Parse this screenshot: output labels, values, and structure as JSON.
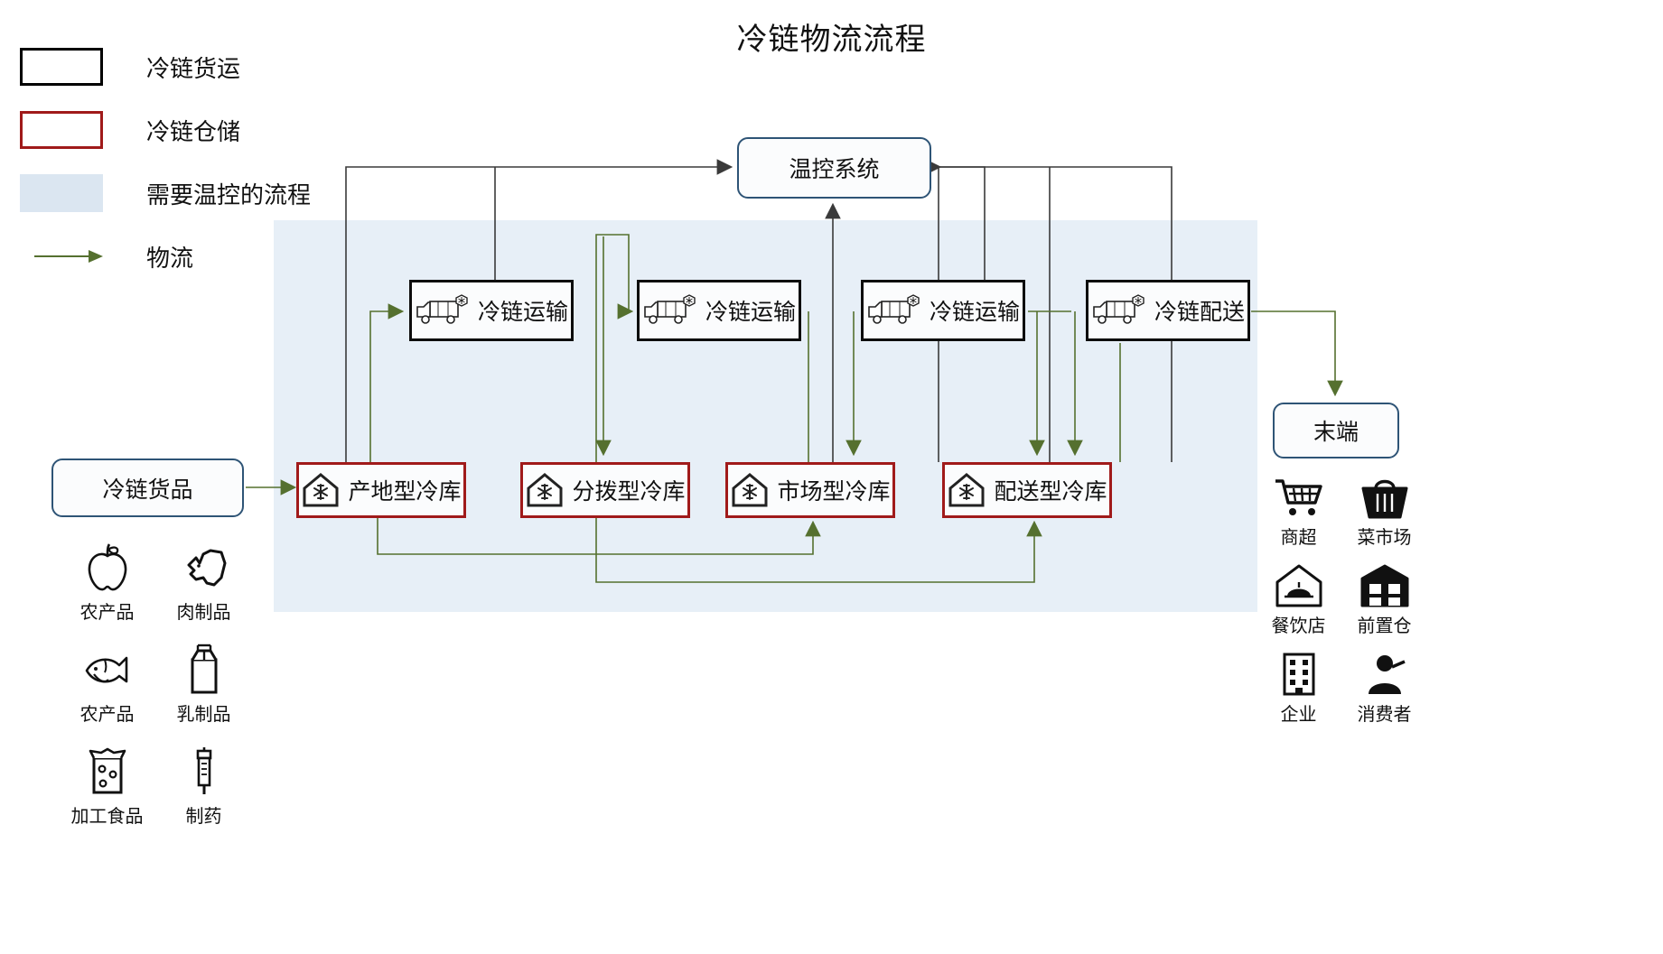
{
  "title": "冷链物流流程",
  "legend": {
    "items": [
      {
        "label": "冷链货运",
        "swatch": "black-rect"
      },
      {
        "label": "冷链仓储",
        "swatch": "red-rect"
      },
      {
        "label": "需要温控的流程",
        "swatch": "blue-fill"
      },
      {
        "label": "物流",
        "swatch": "green-arrow"
      }
    ]
  },
  "colors": {
    "freight_border": "#0d0d0d",
    "storage_border": "#a01a1a",
    "zone_fill": "#e7eff7",
    "flow_arrow": "#55702f",
    "control_line": "#3a3a3a",
    "round_border": "#2e5476"
  },
  "nodes": {
    "temp_system": "温控系统",
    "goods": "冷链货品",
    "terminal": "末端",
    "transport": [
      {
        "label": "冷链运输",
        "icon": "refrigerated-truck-icon"
      },
      {
        "label": "冷链运输",
        "icon": "refrigerated-truck-icon"
      },
      {
        "label": "冷链运输",
        "icon": "refrigerated-truck-icon"
      },
      {
        "label": "冷链配送",
        "icon": "refrigerated-truck-icon"
      }
    ],
    "warehouses": [
      {
        "label": "产地型冷库",
        "icon": "cold-storage-house-icon"
      },
      {
        "label": "分拨型冷库",
        "icon": "cold-storage-house-icon"
      },
      {
        "label": "市场型冷库",
        "icon": "cold-storage-house-icon"
      },
      {
        "label": "配送型冷库",
        "icon": "cold-storage-house-icon"
      }
    ]
  },
  "goods_icons": [
    {
      "label": "农产品",
      "icon": "apple-icon"
    },
    {
      "label": "肉制品",
      "icon": "meat-icon"
    },
    {
      "label": "农产品",
      "icon": "fish-icon"
    },
    {
      "label": "乳制品",
      "icon": "milk-carton-icon"
    },
    {
      "label": "加工食品",
      "icon": "packaged-food-icon"
    },
    {
      "label": "制药",
      "icon": "syringe-icon"
    }
  ],
  "terminal_icons": [
    {
      "label": "商超",
      "icon": "shopping-cart-icon"
    },
    {
      "label": "菜市场",
      "icon": "shopping-basket-icon"
    },
    {
      "label": "餐饮店",
      "icon": "restaurant-icon"
    },
    {
      "label": "前置仓",
      "icon": "warehouse-icon"
    },
    {
      "label": "企业",
      "icon": "office-building-icon"
    },
    {
      "label": "消费者",
      "icon": "consumer-person-icon"
    }
  ]
}
